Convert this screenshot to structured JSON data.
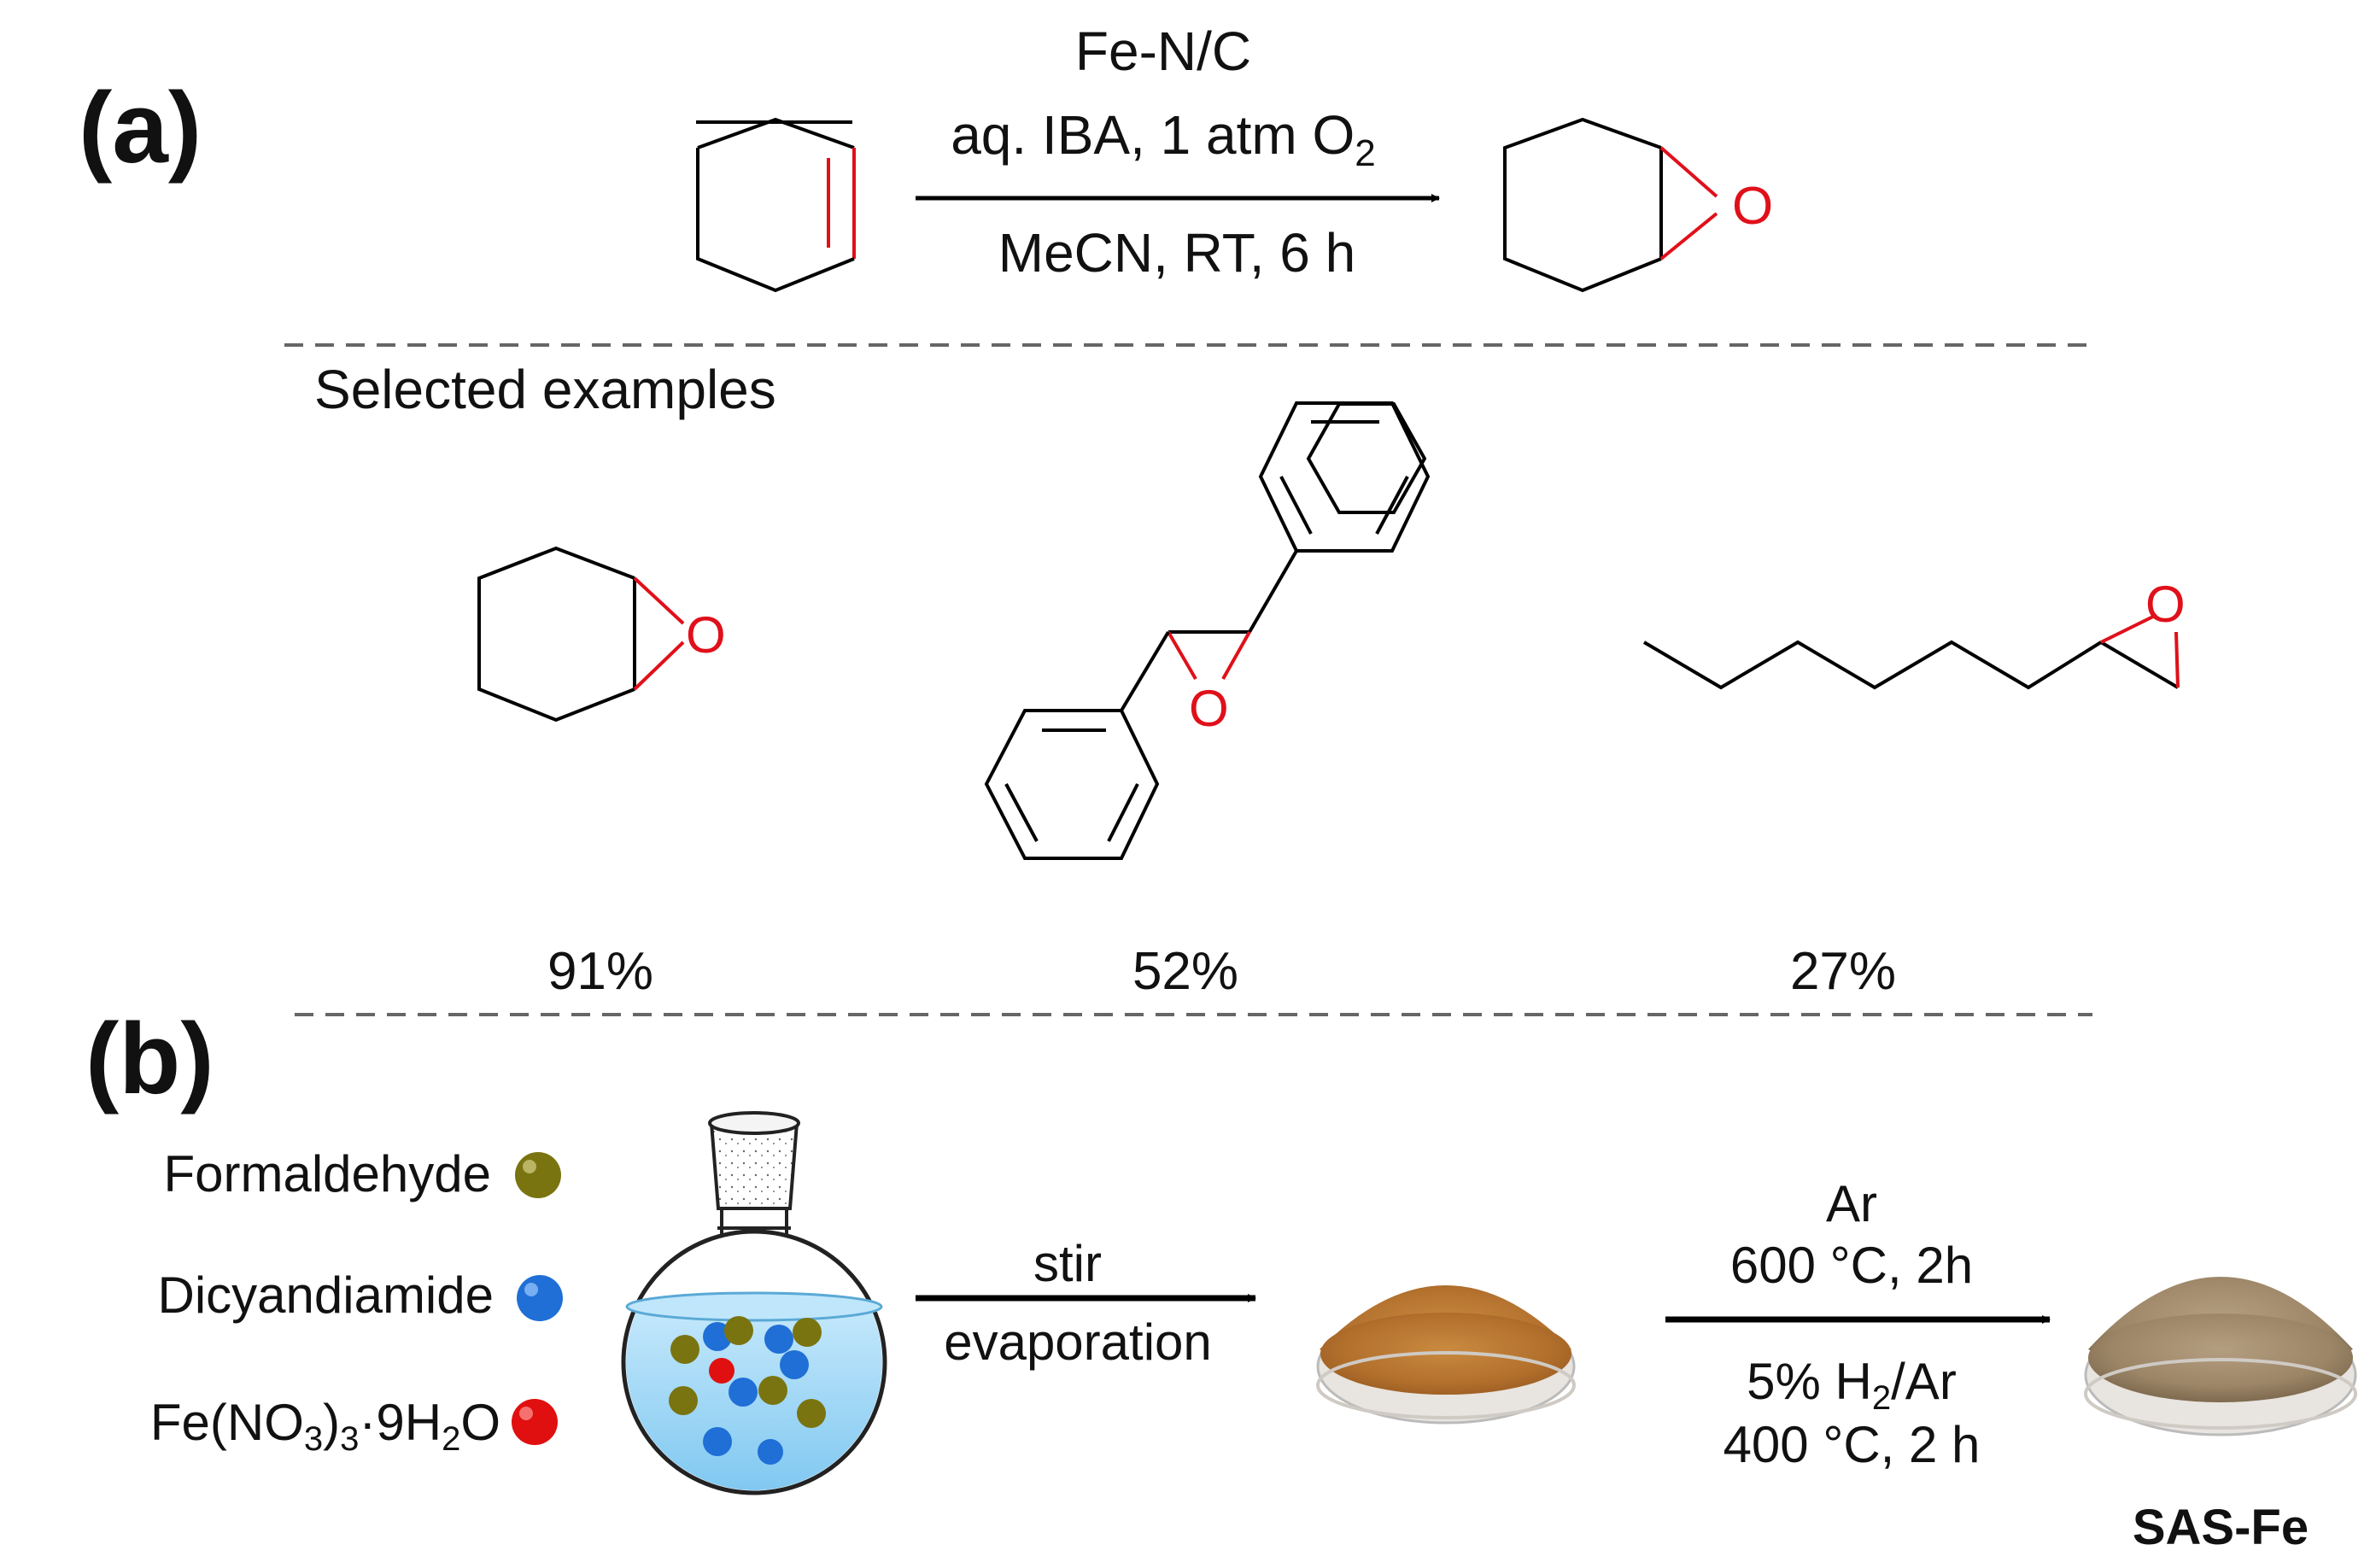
{
  "panel_a": {
    "label": "(a)",
    "conditions": {
      "catalyst": "Fe-N/C",
      "reagents_prefix": "aq. IBA, 1 atm O",
      "reagents_sub": "2",
      "solvent": "MeCN, RT, 6 h"
    },
    "product_oxygen": "O",
    "examples_title": "Selected examples",
    "examples": [
      {
        "oxygen": "O",
        "yield": "91%"
      },
      {
        "oxygen": "O",
        "yield": "52%"
      },
      {
        "oxygen": "O",
        "yield": "27%"
      }
    ]
  },
  "panel_b": {
    "label": "(b)",
    "legend": [
      {
        "text": "Formaldehyde",
        "color": "#7a7410"
      },
      {
        "text": "Dicyandiamide",
        "color": "#1f6fd6"
      },
      {
        "formula_parts": [
          "Fe(NO",
          "3",
          ")",
          "3",
          "·9H",
          "2",
          "O"
        ],
        "color": "#e01010"
      }
    ],
    "step1": {
      "top": "stir",
      "bottom": "evaporation"
    },
    "step2": {
      "line1": "Ar",
      "line2": "600 °C, 2h",
      "line3_prefix": "5% H",
      "line3_sub": "2",
      "line3_suffix": "/Ar",
      "line4": "400 °C, 2 h"
    },
    "product_label": "SAS-Fe"
  },
  "colors": {
    "heteroatom": "#e0101a",
    "powder_mid": "#b8742f",
    "powder_final": "#a08866",
    "solution": "#8fd0f2"
  }
}
